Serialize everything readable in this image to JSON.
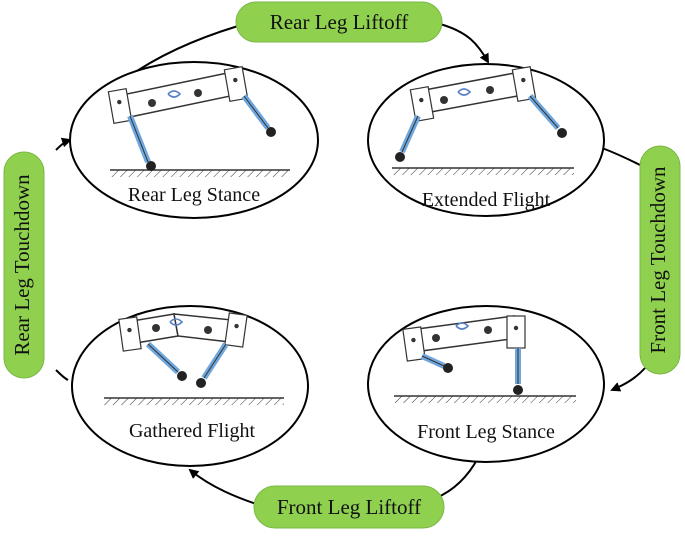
{
  "colors": {
    "transition_fill": "#8fd14f",
    "transition_stroke": "#7ab844",
    "outline": "#000000",
    "leg_accent": "#6fa6dd",
    "spring_accent": "#5b82c9"
  },
  "states": {
    "rear_leg_stance": "Rear Leg Stance",
    "extended_flight": "Extended Flight",
    "gathered_flight": "Gathered Flight",
    "front_leg_stance": "Front Leg Stance"
  },
  "transitions": {
    "rear_leg_liftoff": "Rear Leg Liftoff",
    "front_leg_touchdown": "Front Leg Touchdown",
    "front_leg_liftoff": "Front Leg Liftoff",
    "rear_leg_touchdown": "Rear Leg Touchdown"
  }
}
